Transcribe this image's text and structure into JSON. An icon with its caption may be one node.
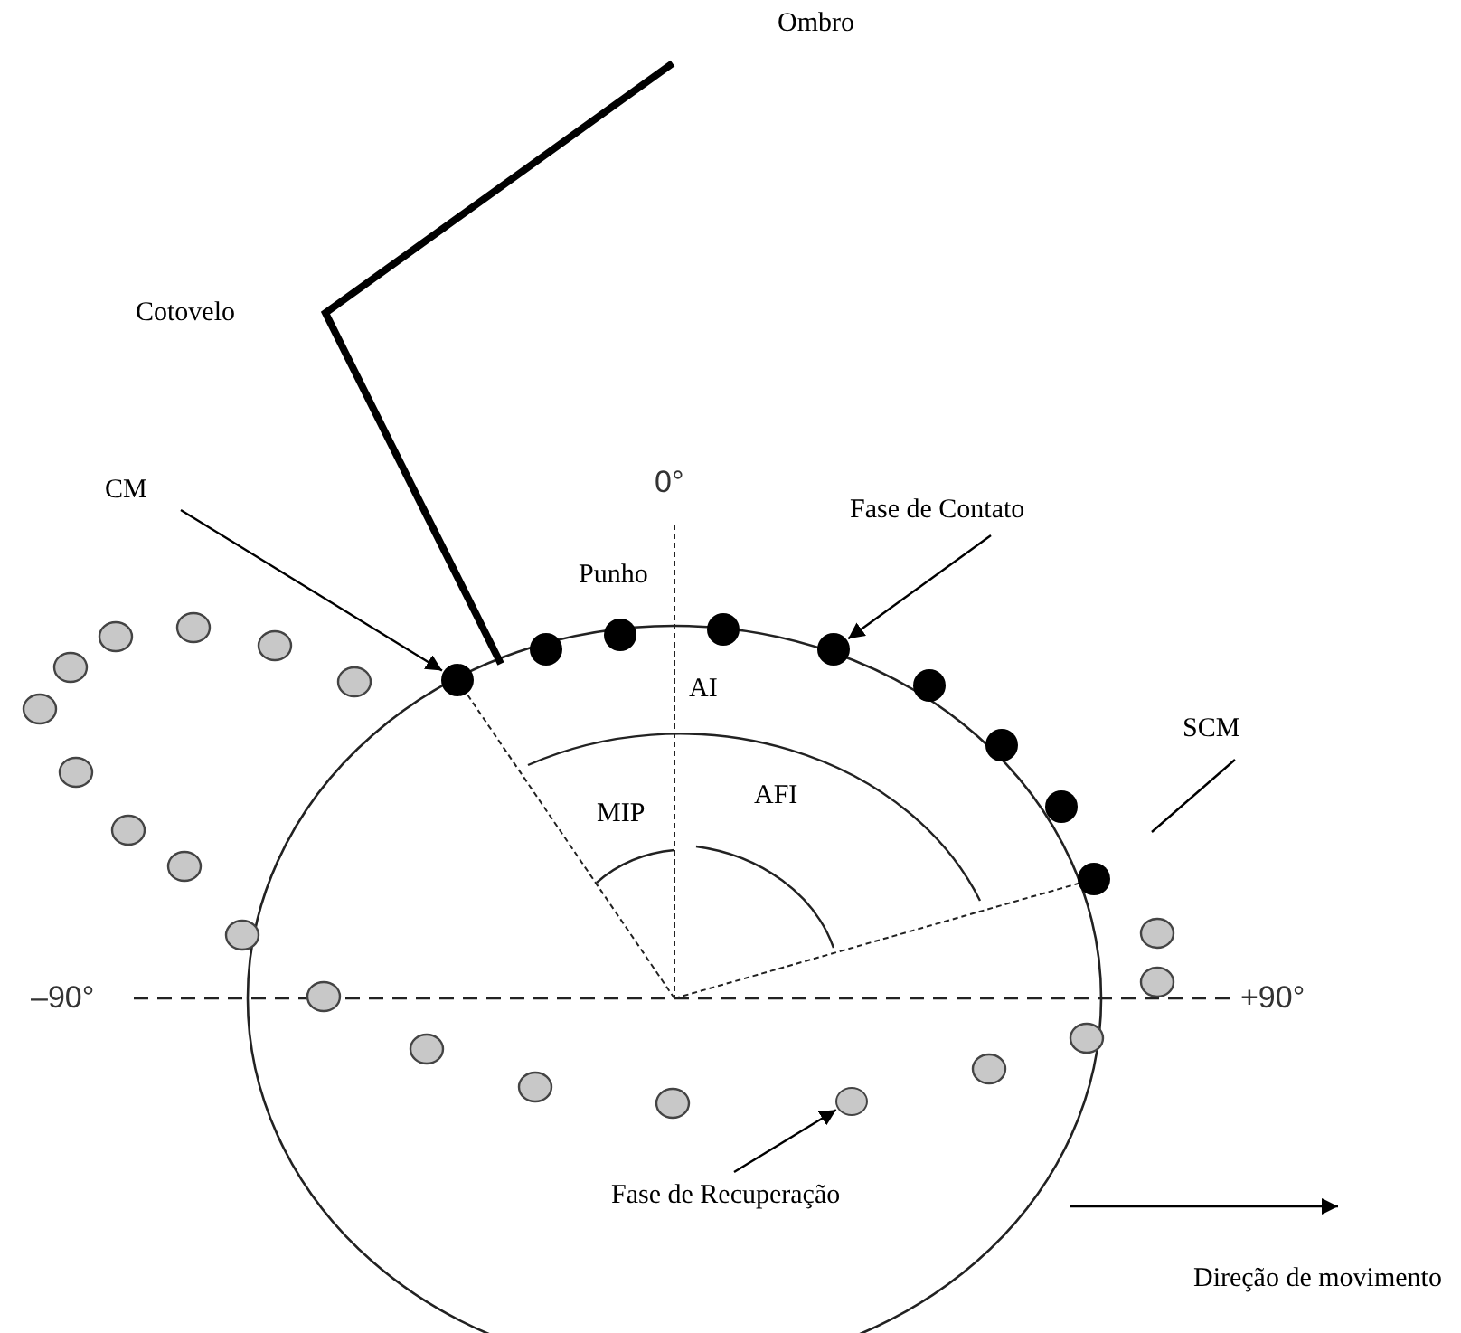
{
  "diagram": {
    "nodes": [
      {
        "text": [
          "CM"
        ]
      },
      {
        "text": [],
        "shape": "circle"
      },
      {
        "text": [
          "Fase de Contato"
        ]
      },
      {
        "text": [],
        "shape": "circle"
      },
      {
        "text": [
          "SCM"
        ]
      },
      {
        "text": [
          "Fase de Recuperação"
        ]
      },
      {
        "text": [],
        "shape": "circle"
      }
    ],
    "edges": [
      {
        "from": 0,
        "to": 1,
        "arrow": "to"
      },
      {
        "from": 2,
        "to": 3,
        "arrow": "to"
      },
      {
        "from": 4,
        "to": null,
        "arrow": "none"
      },
      {
        "from": 5,
        "to": 6,
        "arrow": "to"
      }
    ],
    "labels": [
      "Ombro",
      "Cotovelo",
      "0°",
      "Punho",
      "AI",
      "MIP",
      "AFI",
      "–90°",
      "+90°",
      "Direção de movimento"
    ]
  }
}
